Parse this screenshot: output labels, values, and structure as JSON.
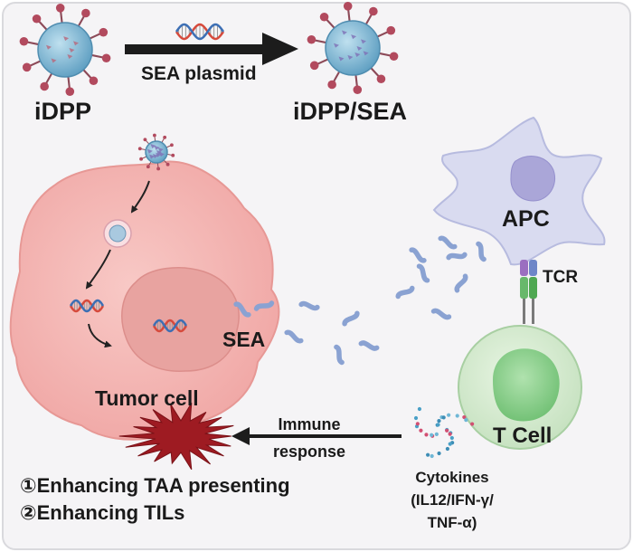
{
  "labels": {
    "idpp": "iDPP",
    "sea_plasmid": "SEA plasmid",
    "idpp_sea": "iDPP/SEA",
    "apc": "APC",
    "tcr": "TCR",
    "sea": "SEA",
    "tumor_cell": "Tumor cell",
    "t_cell": "T Cell",
    "immune_response": [
      "Immune",
      "response"
    ],
    "cytokines": [
      "Cytokines",
      "(IL12/IFN-γ/",
      "TNF-α)"
    ],
    "outcomes": [
      "①Enhancing TAA presenting",
      "②Enhancing TILs"
    ]
  },
  "colors": {
    "panel_bg": "#f5f4f6",
    "virus": "#7fb4cf",
    "spike": "#b24a5e",
    "tumor": "#f3b6b4",
    "nucleus": "#e9a19e",
    "apc": "#d7d9ef",
    "apc_nucleus": "#a9a5d6",
    "tcell": "#d8ecd3",
    "tcell_nucleus": "#8fcf90",
    "sea_protein": "#8aa2d2",
    "burst": "#9e1b22",
    "dna_red": "#d64a3c",
    "dna_blue": "#3d6fb4"
  }
}
